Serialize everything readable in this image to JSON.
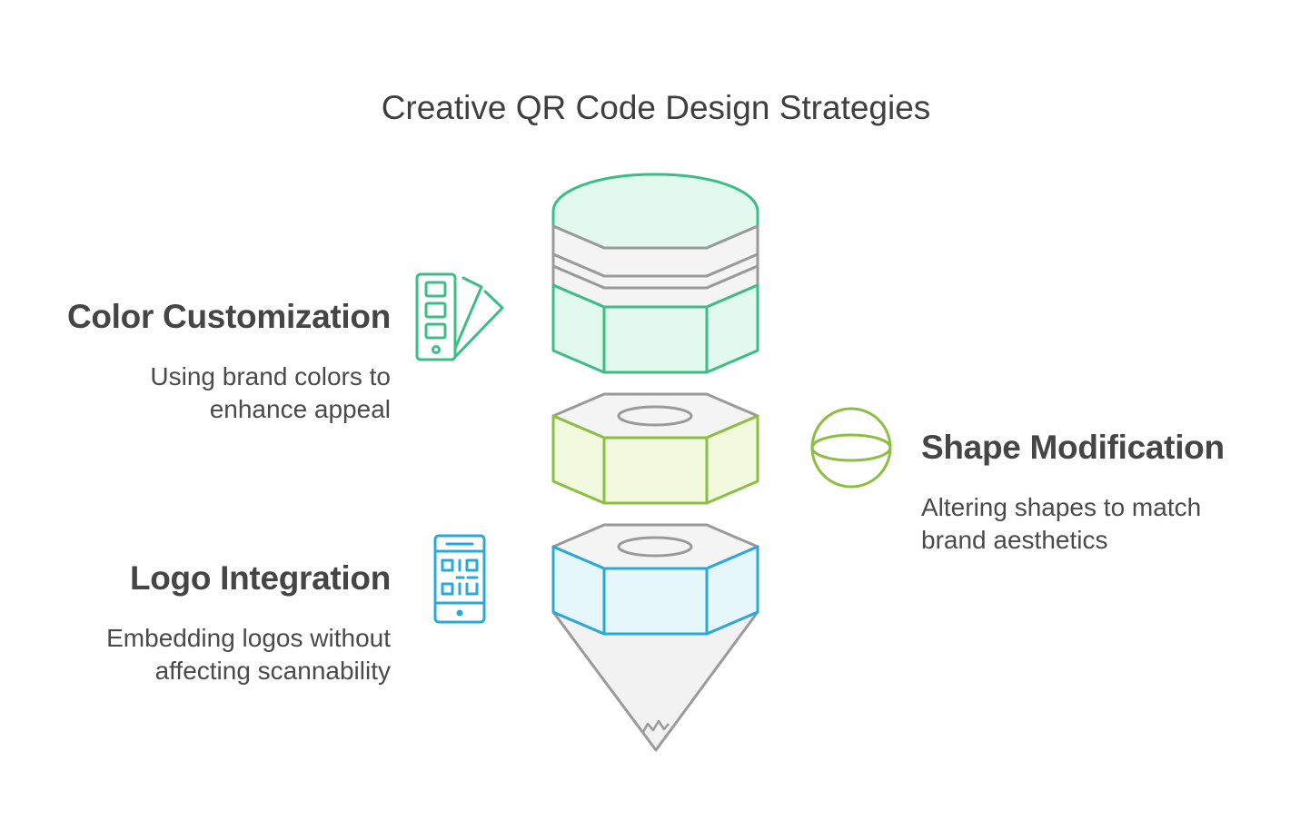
{
  "title": "Creative QR Code Design Strategies",
  "items": [
    {
      "heading": "Color Customization",
      "description": "Using brand colors to enhance appeal",
      "icon": "color-swatch-icon",
      "color": "#3dbd86"
    },
    {
      "heading": "Shape Modification",
      "description": "Altering shapes to match brand aesthetics",
      "icon": "sphere-icon",
      "color": "#8cbf3f"
    },
    {
      "heading": "Logo Integration",
      "description": "Embedding logos without affecting scannability",
      "icon": "phone-qr-icon",
      "color": "#2aa8d8"
    }
  ],
  "colors": {
    "green_fill": "#e2faee",
    "green_stroke": "#3dbd86",
    "lime_fill": "#f1fadf",
    "lime_stroke": "#8cbf3f",
    "blue_fill": "#e6f7fc",
    "blue_stroke": "#2aa8d8",
    "gray_fill": "#f4f4f4",
    "gray_stroke": "#9a9a9a"
  }
}
